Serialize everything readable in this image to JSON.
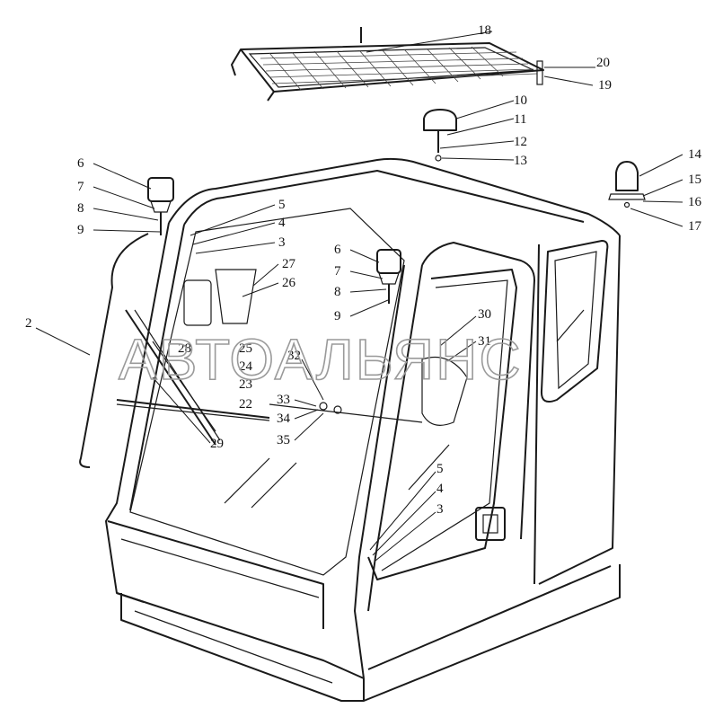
{
  "watermark": "АВТОАЛЬЯНС",
  "callouts": {
    "c18": "18",
    "c20": "20",
    "c19": "19",
    "c10": "10",
    "c11": "11",
    "c12": "12",
    "c13": "13",
    "c14": "14",
    "c15": "15",
    "c16": "16",
    "c17": "17",
    "c6l": "6",
    "c7l": "7",
    "c8l": "8",
    "c9l": "9",
    "c5t": "5",
    "c4t": "4",
    "c3t": "3",
    "c27": "27",
    "c26": "26",
    "c2": "2",
    "c6r": "6",
    "c7r": "7",
    "c8r": "8",
    "c9r": "9",
    "c30": "30",
    "c31": "31",
    "c32": "32",
    "c28": "28",
    "c25": "25",
    "c24": "24",
    "c23": "23",
    "c22": "22",
    "c33": "33",
    "c34": "34",
    "c35": "35",
    "c29": "29",
    "c5b": "5",
    "c4b": "4",
    "c3b": "3"
  }
}
